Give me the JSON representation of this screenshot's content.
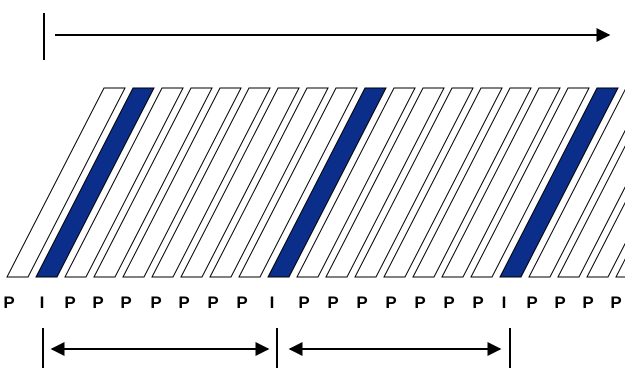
{
  "colors": {
    "i_frame_fill": "#0A2E8A",
    "p_frame_fill": "#FFFFFF",
    "stroke": "#000000",
    "background": "#FFFFFF"
  },
  "frames": [
    "P",
    "I",
    "P",
    "P",
    "P",
    "P",
    "P",
    "P",
    "P",
    "I",
    "P",
    "P",
    "P",
    "P",
    "P",
    "P",
    "P",
    "I",
    "P",
    "P",
    "P",
    "P"
  ]
}
